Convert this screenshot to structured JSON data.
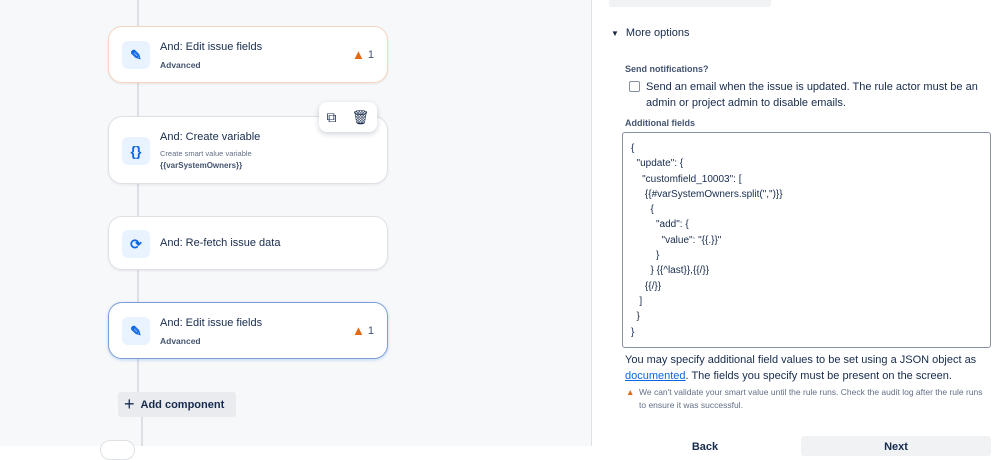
{
  "canvas": {
    "cards": [
      {
        "title": "And: Edit issue fields",
        "subtitle": "Advanced",
        "icon": "pencil-icon",
        "warnings": "1"
      },
      {
        "title": "And: Create variable",
        "description": "Create smart value variable",
        "variable": "{{varSystemOwners}}",
        "icon": "braces-icon"
      },
      {
        "title": "And: Re-fetch issue data",
        "icon": "refresh-icon"
      },
      {
        "title": "And: Edit issue fields",
        "subtitle": "Advanced",
        "icon": "pencil-icon",
        "warnings": "1"
      }
    ],
    "add_component": "Add component"
  },
  "panel": {
    "more_options": "More options",
    "send_notifications_label": "Send notifications?",
    "send_notifications_text": "Send an email when the issue is updated. The rule actor must be an admin or project admin to disable emails.",
    "send_notifications_checked": false,
    "additional_fields_label": "Additional fields",
    "additional_fields_value": "{\n  \"update\": {\n    \"customfield_10003\": [\n     {{#varSystemOwners.split(\",\")}}\n       {\n         \"add\": {\n           \"value\": \"{{.}}\"\n         }\n       } {{^last}},{{/}}\n     {{/}}\n   ]\n  }\n}",
    "help_text_before": "You may specify additional field values to be set using a JSON object as ",
    "help_link": "documented",
    "help_text_after": ". The fields you specify must be present on the screen.",
    "warning_text": "We can't validate your smart value until the rule runs. Check the audit log after the rule runs to ensure it was successful.",
    "back_label": "Back",
    "next_label": "Next"
  },
  "colors": {
    "accent": "#0c66e4",
    "warning": "#e56910"
  }
}
